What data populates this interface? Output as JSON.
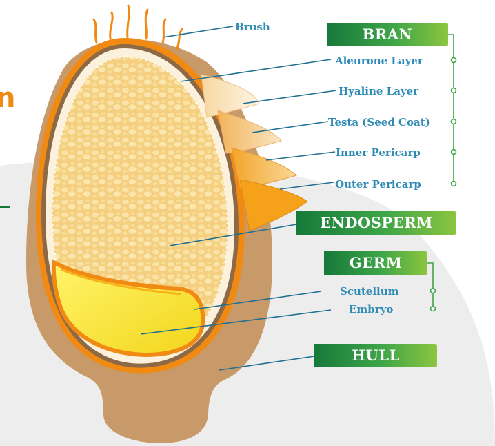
{
  "title": "",
  "edge_glyph": "n",
  "labels": {
    "brush": "Brush",
    "aleurone": "Aleurone Layer",
    "hyaline": "Hyaline Layer",
    "testa": "Testa (Seed Coat)",
    "inner_pericarp": "Inner Pericarp",
    "outer_pericarp": "Outer Pericarp",
    "scutellum": "Scutellum",
    "embryo": "Embryo"
  },
  "tags": {
    "bran": "BRAN",
    "endosperm": "ENDOSPERM",
    "germ": "GERM",
    "hull": "HULL"
  },
  "colors": {
    "label_text": "#2f8bb5",
    "tag_green": "#3ea548",
    "hull": "#c89a6a",
    "endosperm": "#f6d98b",
    "germ": "#f7e627",
    "bran_orange": "#f08a12"
  }
}
